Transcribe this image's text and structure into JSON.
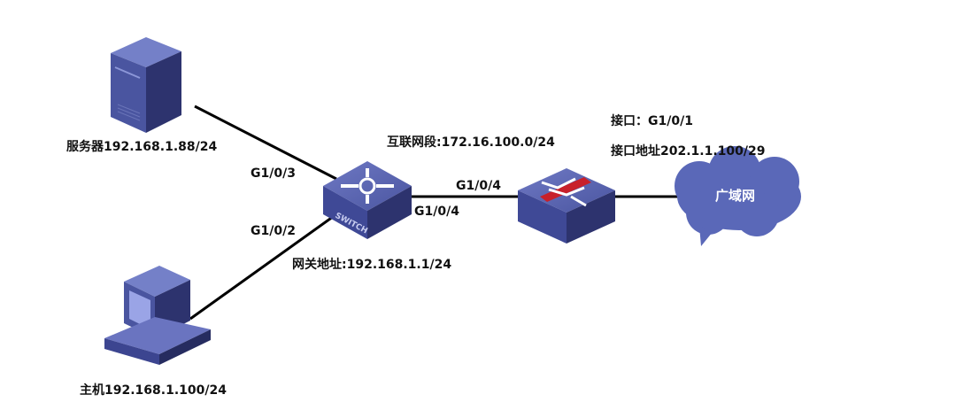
{
  "server": {
    "label": "服务器192.168.1.88/24",
    "port": "G1/0/3"
  },
  "host": {
    "label": "主机192.168.1.100/24",
    "port": "G1/0/2"
  },
  "switch": {
    "badge": "SWITCH",
    "gateway": "网关地址:192.168.1.1/24",
    "uplink_port": "G1/0/4"
  },
  "interconnect": {
    "segment": "互联网段:172.16.100.0/24"
  },
  "firewall": {
    "port": "G1/0/4",
    "wan_interface": "接口：G1/0/1",
    "wan_address": "接口地址202.1.1.100/29"
  },
  "wan": {
    "label": "广域网"
  },
  "colors": {
    "device": "#4a55a0",
    "device_dark": "#2d336e",
    "cloud": "#5a68b8",
    "firewall_bar": "#c8202a"
  }
}
